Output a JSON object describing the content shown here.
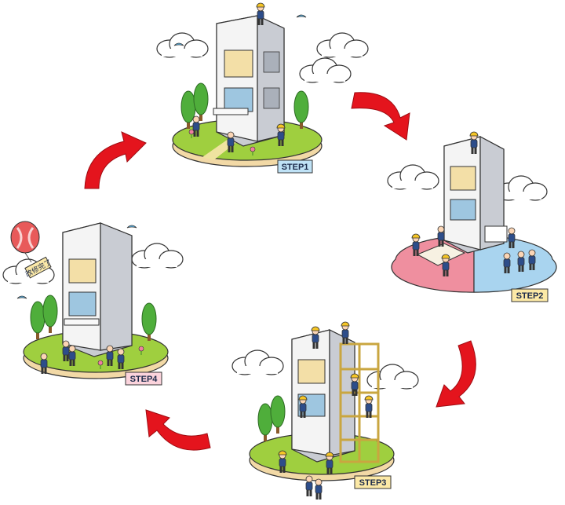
{
  "steps": [
    {
      "label": "STEP1",
      "tag_color": "#bfe2f6"
    },
    {
      "label": "STEP2",
      "tag_color": "#fce9a6"
    },
    {
      "label": "STEP3",
      "tag_color": "#fce9a6"
    },
    {
      "label": "STEP4",
      "tag_color": "#fbd3dc"
    }
  ],
  "balloon_banner": "改修完了",
  "colors": {
    "arrow": "#e4141d",
    "grass": "#9fcf3f",
    "grass_edge": "#7fae2a",
    "soil": "#f2d9a6",
    "building_front": "#f4f4f4",
    "building_side": "#c9ccd3",
    "window_blue": "#9ec6e0",
    "window_yellow": "#f3dfa7",
    "step2_left": "#ef8f9f",
    "step2_right": "#a9d4ef",
    "scaffold": "#f3e3a6"
  }
}
